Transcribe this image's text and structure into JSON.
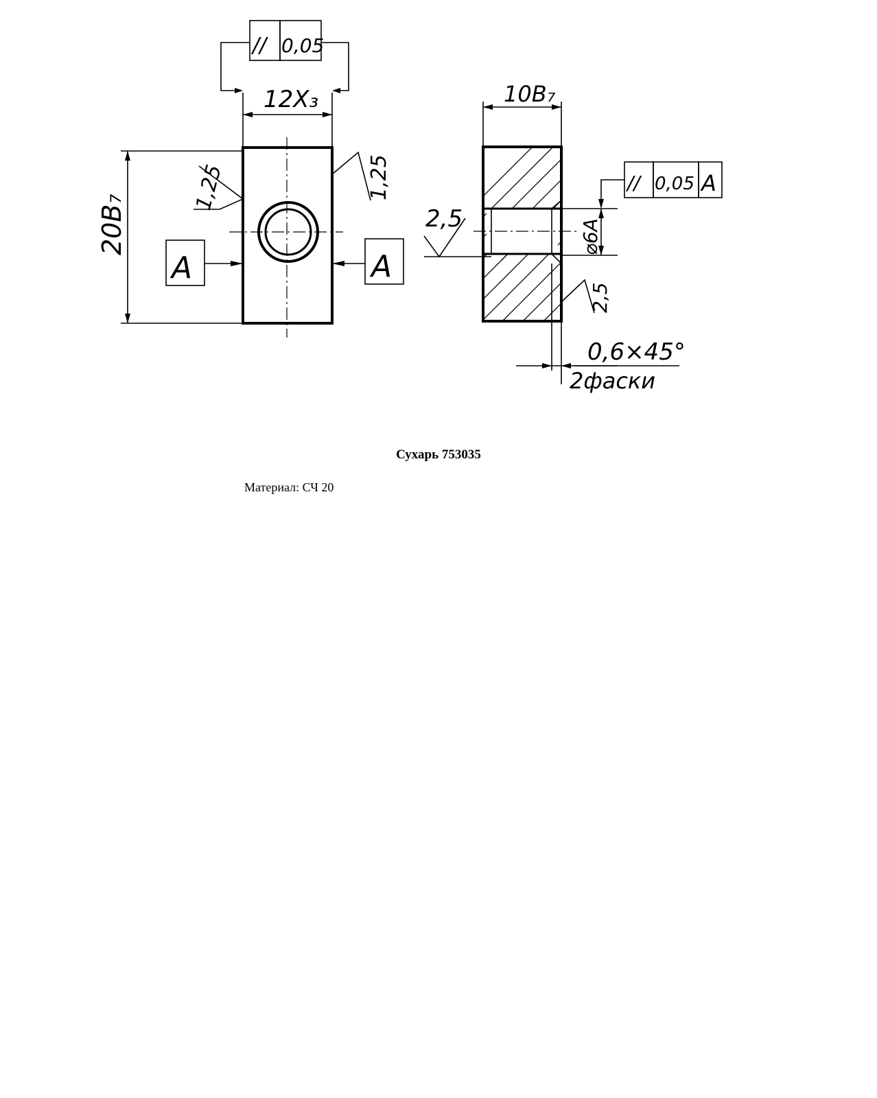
{
  "drawing": {
    "tolerance_front": {
      "symbol": "//",
      "value": "0,05"
    },
    "tolerance_section": {
      "symbol": "//",
      "value": "0,05",
      "datum": "A"
    },
    "dimensions": {
      "width_front": "12X₃",
      "height_front": "20B₇",
      "width_section": "10B₇",
      "roughness_left": "1,25",
      "roughness_right": "1,25",
      "roughness_bore_left": "2,5",
      "roughness_bore_right": "2,5",
      "bore_diameter": "⌀6A",
      "chamfer": "0,6×45°",
      "chamfer_note": "2фаски"
    },
    "datum_left": "A",
    "datum_right": "A"
  },
  "caption": {
    "title": "Сухарь  753035",
    "material": "Материал:  СЧ 20"
  }
}
